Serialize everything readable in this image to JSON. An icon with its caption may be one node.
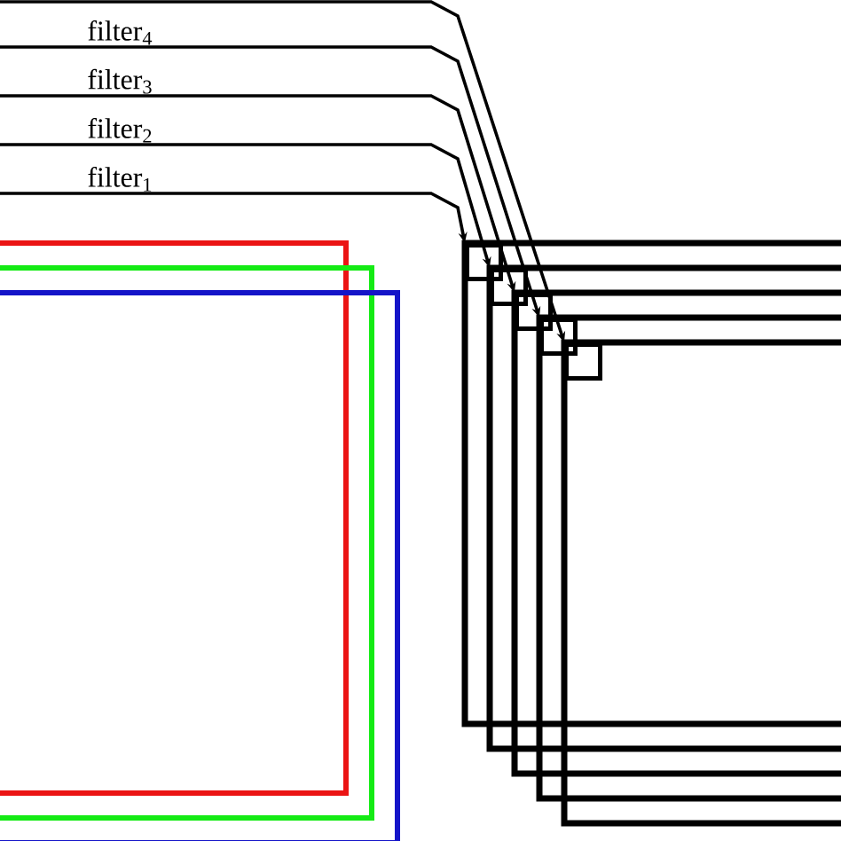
{
  "diagram": {
    "nodes": [
      {
        "text": [
          "filter$_{1}$"
        ]
      },
      {
        "text": [
          "filter$_{2}$"
        ]
      },
      {
        "text": [
          "filter$_{3}$"
        ]
      },
      {
        "text": [
          "filter$_{4}$"
        ]
      },
      {
        "text": [],
        "shape": "box"
      },
      {
        "text": [],
        "shape": "box"
      },
      {
        "text": [],
        "shape": "box"
      },
      {
        "text": [],
        "shape": "box"
      },
      {
        "text": [],
        "shape": "box"
      }
    ],
    "edges": [
      {
        "from": 0,
        "to": 4,
        "arrow": "to"
      },
      {
        "from": 1,
        "to": 5,
        "arrow": "to"
      },
      {
        "from": 2,
        "to": 6,
        "arrow": "to"
      },
      {
        "from": 3,
        "to": 7,
        "arrow": "to"
      },
      {
        "from": null,
        "to": 8,
        "arrow": "to"
      }
    ]
  }
}
